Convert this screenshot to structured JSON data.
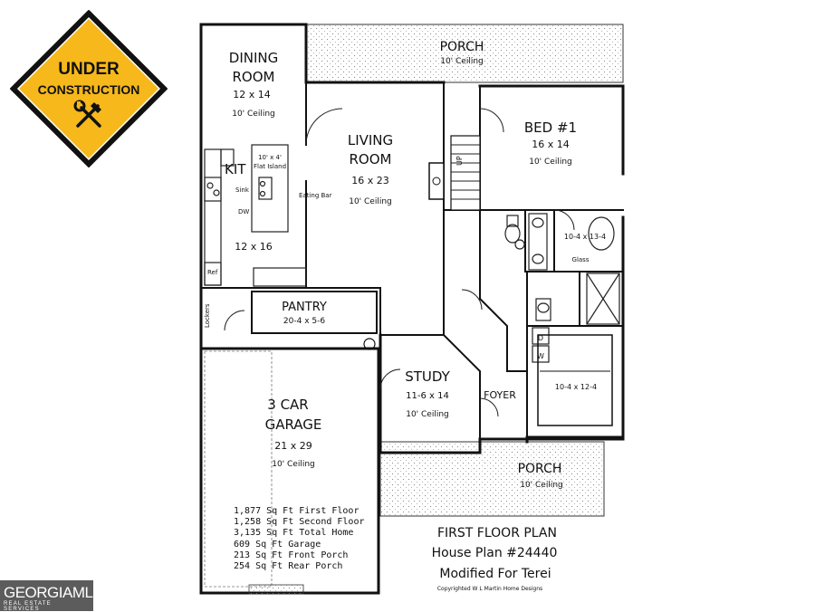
{
  "sign": {
    "line1": "UNDER",
    "line2": "CONSTRUCTION",
    "icon": "hammer-wrench-icon",
    "color_fill": "#f6b81b",
    "color_border": "#111111"
  },
  "rooms": {
    "porch_rear": {
      "name": "PORCH",
      "ceiling": "10' Ceiling"
    },
    "dining": {
      "name1": "DINING",
      "name2": "ROOM",
      "size": "12 x 14",
      "ceiling": "10' Ceiling"
    },
    "living": {
      "name1": "LIVING",
      "name2": "ROOM",
      "size": "16 x 23",
      "ceiling": "10' Ceiling"
    },
    "bed1": {
      "name": "BED #1",
      "size": "16 x 14",
      "ceiling": "10' Ceiling"
    },
    "kitchen": {
      "name": "KIT",
      "size": "12 x 16",
      "island": "10' x 4'",
      "island_label": "Flat Island",
      "sink": "Sink",
      "dw": "DW",
      "eating_bar": "Eating Bar",
      "ref": "Ref"
    },
    "bath": {
      "tub_size": "10-4 x 13-4",
      "glass": "Glass"
    },
    "stairs": {
      "label": "UP"
    },
    "lockers": "Lockers",
    "pantry": {
      "name": "PANTRY",
      "size": "20-4 x 5-6"
    },
    "laundry": {
      "d": "D",
      "w": "W"
    },
    "closet": {
      "size": "10-4 x 12-4"
    },
    "study": {
      "name": "STUDY",
      "size": "11-6 x 14",
      "ceiling": "10' Ceiling"
    },
    "foyer": {
      "name": "FOYER"
    },
    "garage": {
      "name1": "3 CAR",
      "name2": "GARAGE",
      "size": "21 x 29",
      "ceiling": "10' Ceiling"
    },
    "porch_front": {
      "name": "PORCH",
      "ceiling": "10' Ceiling"
    }
  },
  "stats": [
    "1,877 Sq Ft First Floor",
    "1,258 Sq Ft Second Floor",
    "3,135 Sq Ft Total Home",
    "609 Sq Ft Garage",
    "213 Sq Ft Front Porch",
    "254 Sq Ft Rear Porch"
  ],
  "title": {
    "line1": "FIRST FLOOR PLAN",
    "line2": "House Plan #24440",
    "line3": "Modified For Terei",
    "copyright": "Copyrighted W L Martin Home Designs"
  },
  "watermark": {
    "brand": "GEORGIAMLS",
    "sub": "REAL ESTATE SERVICES"
  }
}
